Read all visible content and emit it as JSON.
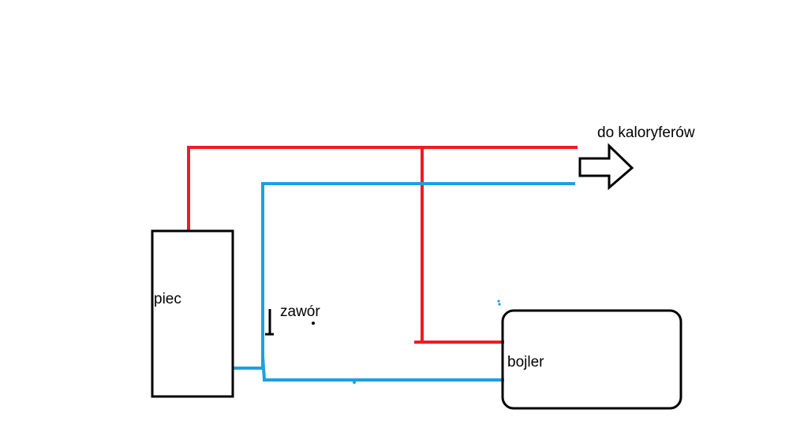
{
  "labels": {
    "stove": "piec",
    "valve": "zawór",
    "boiler": "bojler",
    "outlet": "do kaloryferów"
  },
  "colors": {
    "hot_pipe": "#ed1c24",
    "cold_pipe": "#1ba1e2",
    "outline": "#000000",
    "background": "#ffffff"
  }
}
